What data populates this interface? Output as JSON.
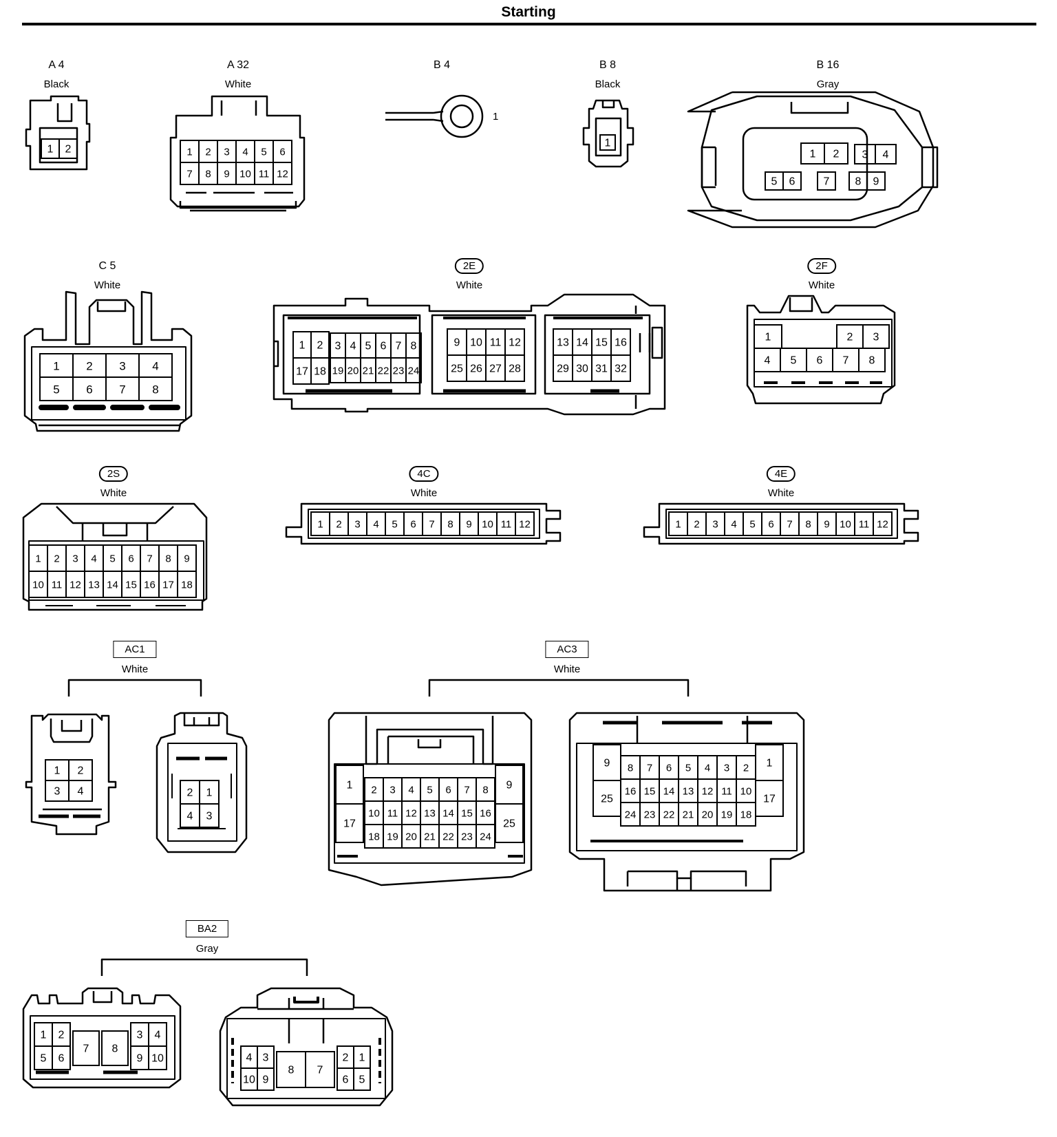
{
  "page": {
    "title": "Starting"
  },
  "connectors": [
    {
      "id": "A4",
      "code": "A 4",
      "color": "Black",
      "style": "plain",
      "pins": [
        "1",
        "2"
      ]
    },
    {
      "id": "A32",
      "code": "A 32",
      "color": "White",
      "style": "plain",
      "pins": [
        "1",
        "2",
        "3",
        "4",
        "5",
        "6",
        "7",
        "8",
        "9",
        "10",
        "11",
        "12"
      ]
    },
    {
      "id": "B4",
      "code": "B 4",
      "color": "",
      "style": "plain",
      "pins": [
        "1"
      ]
    },
    {
      "id": "B8",
      "code": "B 8",
      "color": "Black",
      "style": "plain",
      "pins": [
        "1"
      ]
    },
    {
      "id": "B16",
      "code": "B 16",
      "color": "Gray",
      "style": "plain",
      "pins": [
        "1",
        "2",
        "3",
        "4",
        "5",
        "6",
        "7",
        "8",
        "9"
      ]
    },
    {
      "id": "C5",
      "code": "C 5",
      "color": "White",
      "style": "plain",
      "pins": [
        "1",
        "2",
        "3",
        "4",
        "5",
        "6",
        "7",
        "8"
      ]
    },
    {
      "id": "2E",
      "code": "2E",
      "color": "White",
      "style": "pill",
      "pins": [
        "1",
        "2",
        "3",
        "4",
        "5",
        "6",
        "7",
        "8",
        "9",
        "10",
        "11",
        "12",
        "13",
        "14",
        "15",
        "16",
        "17",
        "18",
        "19",
        "20",
        "21",
        "22",
        "23",
        "24",
        "25",
        "26",
        "27",
        "28",
        "29",
        "30",
        "31",
        "32"
      ]
    },
    {
      "id": "2F",
      "code": "2F",
      "color": "White",
      "style": "pill",
      "pins": [
        "1",
        "2",
        "3",
        "4",
        "5",
        "6",
        "7",
        "8"
      ]
    },
    {
      "id": "2S",
      "code": "2S",
      "color": "White",
      "style": "pill",
      "pins": [
        "1",
        "2",
        "3",
        "4",
        "5",
        "6",
        "7",
        "8",
        "9",
        "10",
        "11",
        "12",
        "13",
        "14",
        "15",
        "16",
        "17",
        "18"
      ]
    },
    {
      "id": "4C",
      "code": "4C",
      "color": "White",
      "style": "pill",
      "pins": [
        "1",
        "2",
        "3",
        "4",
        "5",
        "6",
        "7",
        "8",
        "9",
        "10",
        "11",
        "12"
      ]
    },
    {
      "id": "4E",
      "code": "4E",
      "color": "White",
      "style": "pill",
      "pins": [
        "1",
        "2",
        "3",
        "4",
        "5",
        "6",
        "7",
        "8",
        "9",
        "10",
        "11",
        "12"
      ]
    },
    {
      "id": "AC1",
      "code": "AC1",
      "color": "White",
      "style": "box",
      "pins": [
        "1",
        "2",
        "3",
        "4"
      ]
    },
    {
      "id": "AC3",
      "code": "AC3",
      "color": "White",
      "style": "box",
      "pins": [
        "1",
        "2",
        "3",
        "4",
        "5",
        "6",
        "7",
        "8",
        "9",
        "10",
        "11",
        "12",
        "13",
        "14",
        "15",
        "16",
        "17",
        "18",
        "19",
        "20",
        "21",
        "22",
        "23",
        "24",
        "25"
      ]
    },
    {
      "id": "BA2",
      "code": "BA2",
      "color": "Gray",
      "style": "box",
      "pins": [
        "1",
        "2",
        "3",
        "4",
        "5",
        "6",
        "7",
        "8",
        "9",
        "10"
      ]
    }
  ]
}
